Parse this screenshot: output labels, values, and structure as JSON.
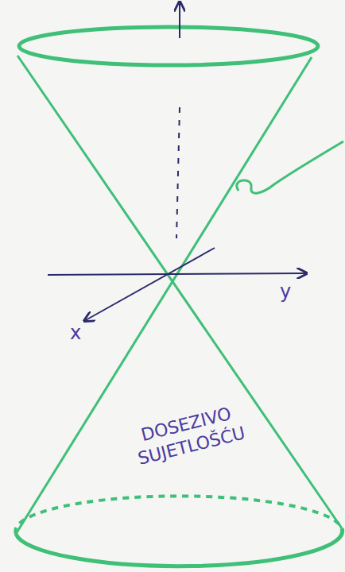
{
  "diagram": {
    "labels": [
      "DOSEZIVO SUJETLOŠĆU",
      "x",
      "y"
    ]
  }
}
